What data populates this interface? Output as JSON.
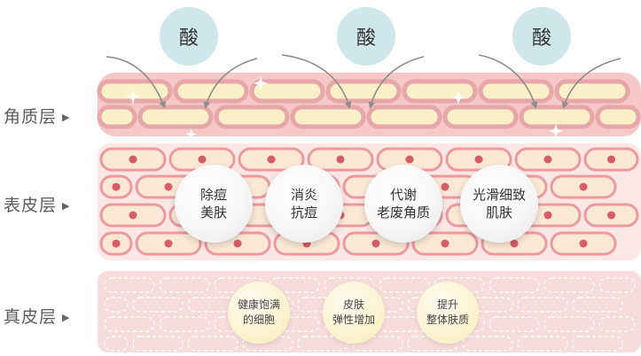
{
  "layers": [
    {
      "label": "角质层",
      "arrow": "▶"
    },
    {
      "label": "表皮层",
      "arrow": "▶"
    },
    {
      "label": "真皮层",
      "arrow": "▶"
    }
  ],
  "acid_label": "酸",
  "acids": [
    "酸",
    "酸",
    "酸"
  ],
  "effects": [
    {
      "line1": "除痘",
      "line2": "美肤"
    },
    {
      "line1": "消炎",
      "line2": "抗痘"
    },
    {
      "line1": "代谢",
      "line2": "老废角质"
    },
    {
      "line1": "光滑细致",
      "line2": "肌肤"
    }
  ],
  "benefits": [
    {
      "line1": "健康饱满",
      "line2": "的细胞"
    },
    {
      "line1": "皮肤",
      "line2": "弹性增加"
    },
    {
      "line1": "提升",
      "line2": "整体肤质"
    }
  ],
  "colors": {
    "stratum_band": "#f6c8c8",
    "stratum_cell_border": "#e7a7a8",
    "stratum_cell_fill": "#fbf0c8",
    "epidermis_band": "#fbe7e4",
    "epidermis_cell_border": "#ec9aa0",
    "epidermis_cell_fill": "#fbe9d6",
    "nucleus": "#d85b65",
    "dermis_band": "#f7dcdc",
    "acid_circle": "#cfe6ea"
  }
}
